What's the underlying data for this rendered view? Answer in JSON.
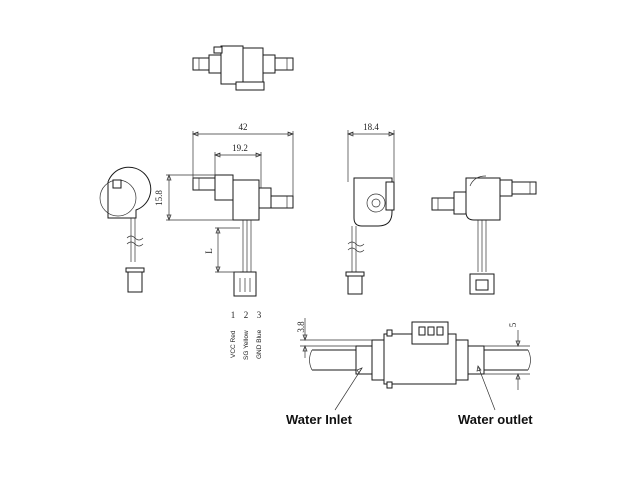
{
  "dimensions": {
    "overall_length": "42",
    "body_length": "19.2",
    "height": "15.8",
    "depth": "18.4",
    "cable_length": "L",
    "inlet_gap": "3.8",
    "outlet_gap": "5"
  },
  "pins": [
    {
      "number": "1",
      "label": "VCC Red"
    },
    {
      "number": "2",
      "label": "SG Yellow"
    },
    {
      "number": "3",
      "label": "GND Blue"
    }
  ],
  "callouts": {
    "inlet": "Water Inlet",
    "outlet": "Water outlet"
  }
}
